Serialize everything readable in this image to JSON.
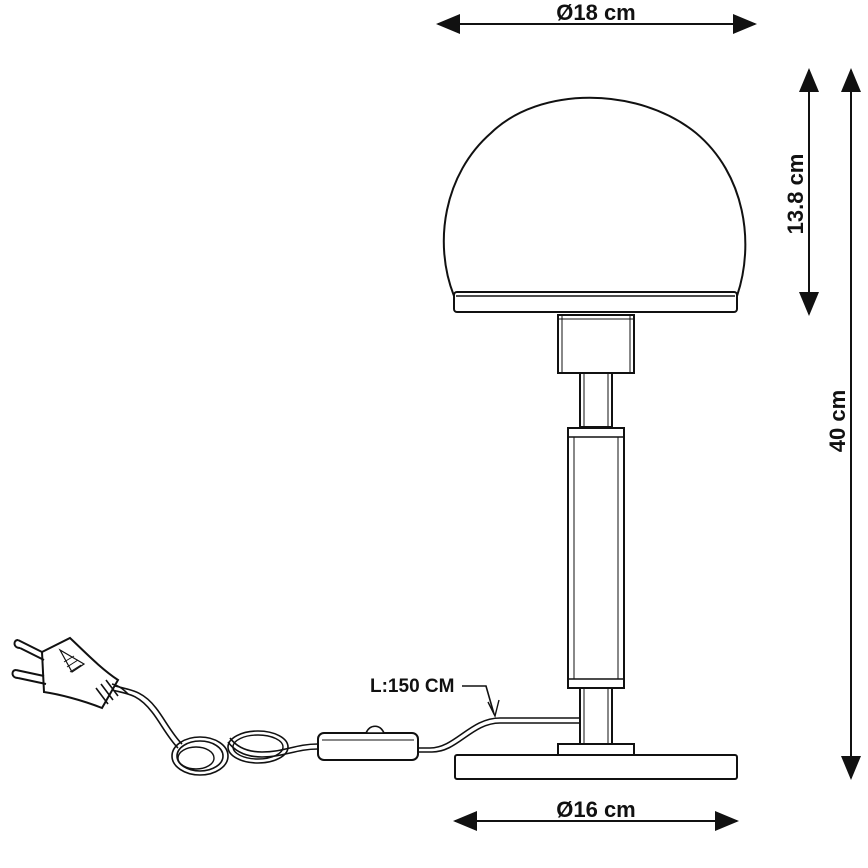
{
  "dimensions": {
    "shade_diameter": "Ø18 cm",
    "shade_height": "13.8 cm",
    "total_height": "40 cm",
    "base_diameter": "Ø16 cm"
  },
  "cable": {
    "length_label": "L:150 CM"
  },
  "colors": {
    "line": "#111111",
    "fill": "#ffffff"
  }
}
